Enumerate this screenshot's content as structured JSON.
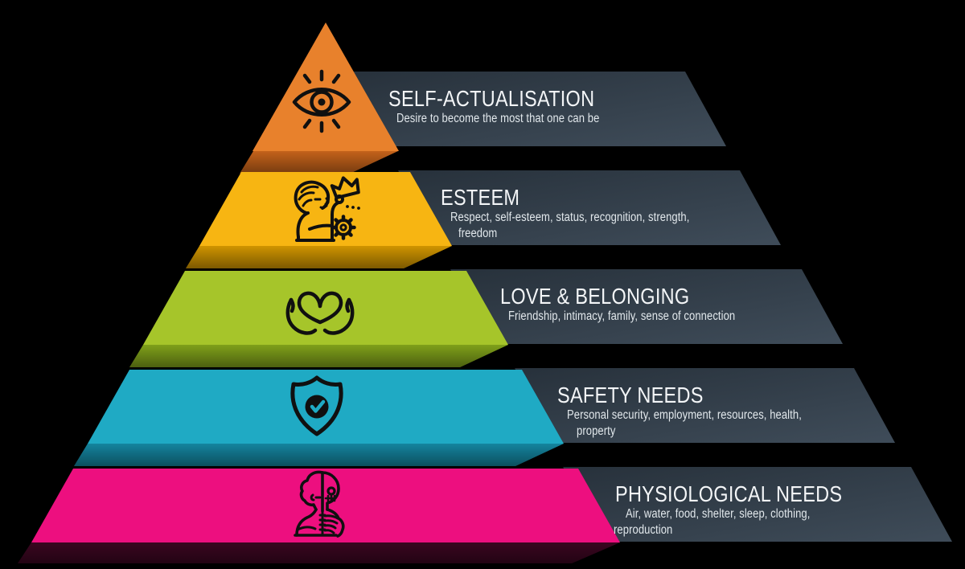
{
  "background": "#000000",
  "banner_style": {
    "gradient_start": "#27313b",
    "gradient_end": "#3e4b58",
    "title_color": "#f3f5f7",
    "subtitle_color": "#e2e8ec"
  },
  "levels": [
    {
      "rank": 1,
      "name": "self-actualisation",
      "title": "SELF-ACTUALISATION",
      "subtitle_lines": [
        "Desire to become the most that one can be"
      ],
      "color": "#e8812c",
      "fold_color": "#c4621a",
      "icon": "eye-icon"
    },
    {
      "rank": 2,
      "name": "esteem",
      "title": "ESTEEM",
      "subtitle_lines": [
        "Respect, self-esteem, status, recognition, strength,",
        "freedom"
      ],
      "color": "#f7b512",
      "fold_color": "#cf9400",
      "icon": "person-crown-gear-icon"
    },
    {
      "rank": 3,
      "name": "love-belonging",
      "title": "LOVE & BELONGING",
      "subtitle_lines": [
        "Friendship, intimacy, family, sense of connection"
      ],
      "color": "#a6c52a",
      "fold_color": "#7fa01a",
      "icon": "hands-holding-heart-icon"
    },
    {
      "rank": 4,
      "name": "safety-needs",
      "title": "SAFETY NEEDS",
      "subtitle_lines": [
        "Personal security, employment, resources, health,",
        "property"
      ],
      "color": "#1faac4",
      "fold_color": "#14849e",
      "icon": "shield-check-icon"
    },
    {
      "rank": 5,
      "name": "physiological-needs",
      "title": "PHYSIOLOGICAL NEEDS",
      "subtitle_lines": [
        "Air, water, food, shelter, sleep, clothing,",
        "reproduction"
      ],
      "color": "#ed0f7f",
      "fold_color": "#3a0620",
      "icon": "half-anatomy-icon"
    }
  ]
}
